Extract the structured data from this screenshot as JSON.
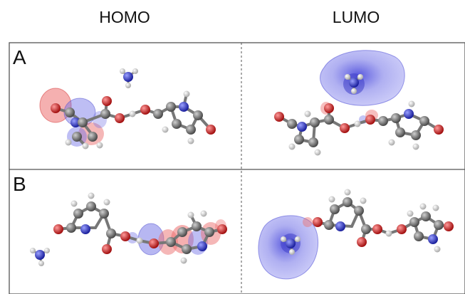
{
  "headers": {
    "left": "HOMO",
    "right": "LUMO"
  },
  "rows": [
    {
      "label": "A"
    },
    {
      "label": "B"
    }
  ],
  "colors": {
    "carbon": "#6f6f6f",
    "oxygen": "#d21c1c",
    "nitrogen": "#2b33c9",
    "hydrogen": "#e4e4e4",
    "orbital_positive": "#6f6fe6",
    "orbital_negative": "#ec6f6f",
    "frame": "#555555"
  }
}
